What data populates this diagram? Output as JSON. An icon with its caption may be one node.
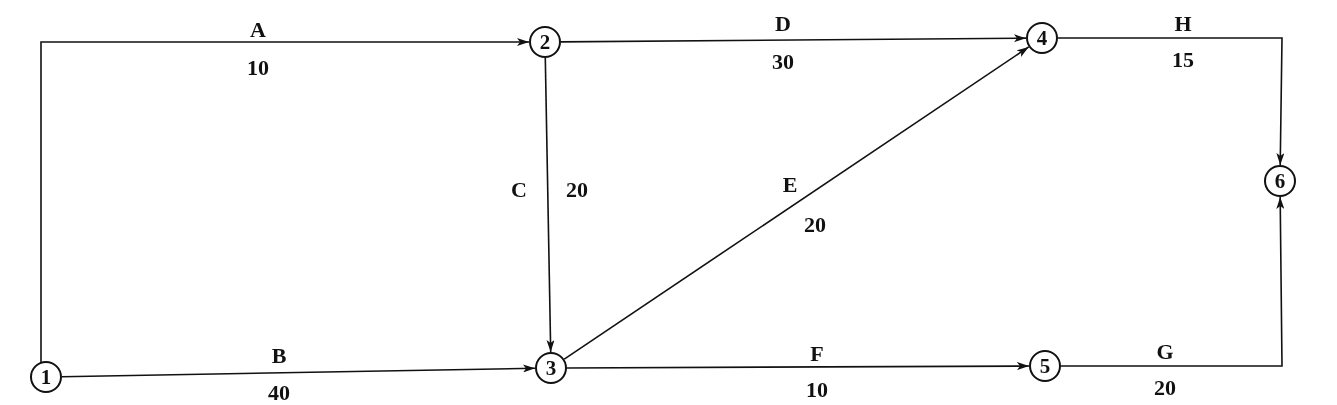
{
  "diagram": {
    "nodes": [
      {
        "text": [
          "1"
        ]
      },
      {
        "text": [
          "2"
        ]
      },
      {
        "text": [
          "3"
        ]
      },
      {
        "text": [
          "4"
        ]
      },
      {
        "text": [
          "5"
        ]
      },
      {
        "text": [
          "6"
        ]
      }
    ],
    "edges": [
      {
        "from": 0,
        "to": 1,
        "arrow": "to",
        "label": "A"
      },
      {
        "from": 1,
        "to": 3,
        "arrow": "to",
        "label": "D"
      },
      {
        "from": 3,
        "to": 5,
        "arrow": "to",
        "label": "H"
      },
      {
        "from": 1,
        "to": 2,
        "arrow": "to",
        "label": "C"
      },
      {
        "from": 2,
        "to": 3,
        "arrow": "to",
        "label": "E"
      },
      {
        "from": 0,
        "to": 2,
        "arrow": "to",
        "label": "B"
      },
      {
        "from": 2,
        "to": 4,
        "arrow": "to",
        "label": "F"
      },
      {
        "from": 4,
        "to": 5,
        "arrow": "to",
        "label": "G"
      }
    ],
    "labels": [
      "10",
      "30",
      "15",
      "20",
      "20",
      "40",
      "10",
      "20"
    ]
  }
}
